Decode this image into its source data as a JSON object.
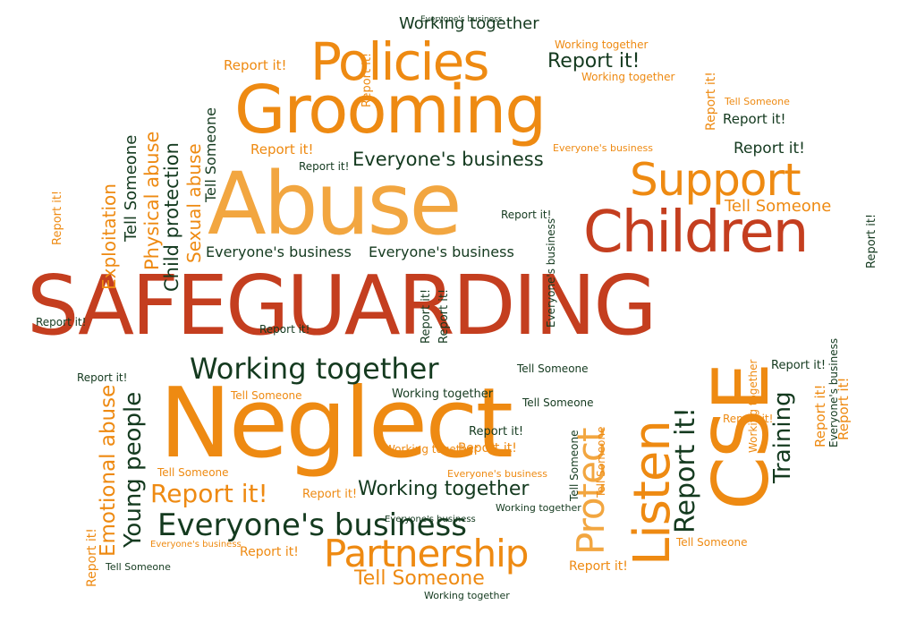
{
  "colors": {
    "red": "#c43e1f",
    "orange": "#ee8a12",
    "light_orange": "#f2a640",
    "dark_green": "#143a1f",
    "near_black": "#1a2a1a"
  },
  "words": {
    "safeguarding": "SAFEGUARDING",
    "neglect": "Neglect",
    "abuse": "Abuse",
    "grooming": "Grooming",
    "children": "Children",
    "policies": "Policies",
    "support": "Support",
    "cse": "CSE",
    "listen": "Listen",
    "protect": "Protect",
    "partnership": "Partnership",
    "training": "Training",
    "everyones_business": "Everyone's business",
    "working_together": "Working together",
    "report_it": "Report it!",
    "tell_someone": "Tell Someone",
    "young_people": "Young people",
    "emotional_abuse": "Emotional abuse",
    "exploitation": "Exploitation",
    "physical_abuse": "Physical abuse",
    "sexual_abuse": "Sexual abuse",
    "child_protection": "Child protection"
  }
}
